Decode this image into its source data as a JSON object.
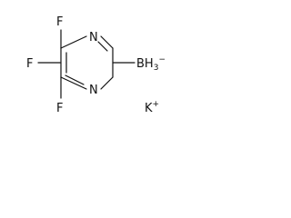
{
  "structure": {
    "atoms": {
      "f_top": "F",
      "f_mid": "F",
      "f_bottom": "F",
      "n_top": "N",
      "n_bottom": "N",
      "boron": "BH",
      "boron_subscript": "3",
      "boron_charge": "−",
      "counterion": "K",
      "counterion_charge": "+"
    }
  }
}
